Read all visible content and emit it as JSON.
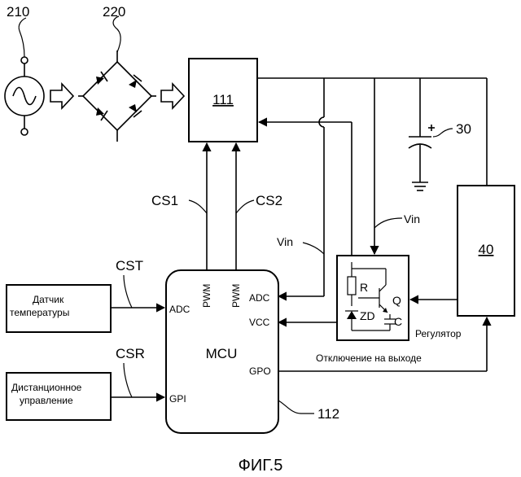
{
  "labels": {
    "ac_source": "210",
    "bridge": "220",
    "block_111": "111",
    "capacitor": "30",
    "block_40": "40",
    "mcu_ref": "112",
    "cs1": "CS1",
    "cs2": "CS2",
    "cst": "CST",
    "csr": "CSR",
    "vin_right": "Vin",
    "vin_left": "Vin",
    "temp_sensor": [
      "Датчик",
      "температуры"
    ],
    "remote": [
      "Дистанционное",
      "управление"
    ],
    "mcu": "MCU",
    "pwm1": "PWM",
    "pwm2": "PWM",
    "adc_left": "ADC",
    "gpi": "GPI",
    "adc_right": "ADC",
    "vcc": "VCC",
    "gpo": "GPO",
    "reg_r": "R",
    "reg_q": "Q",
    "reg_zd": "ZD",
    "reg_c": "C",
    "regulator": "Регулятор",
    "output_shutdown": "Отключение на выходе",
    "figure_caption": "ФИГ.5"
  }
}
